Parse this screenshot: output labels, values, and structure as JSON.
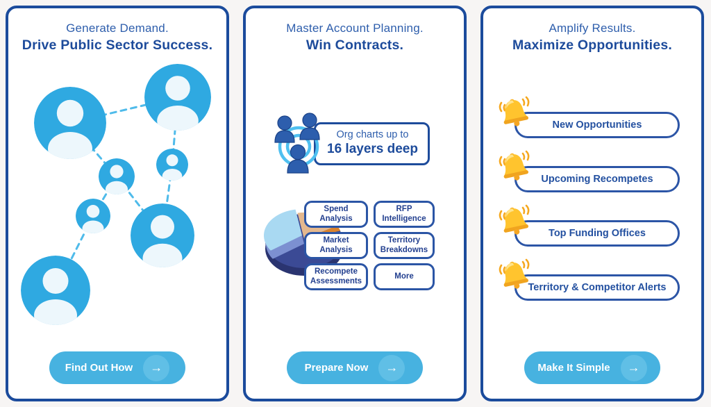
{
  "ui": {
    "arrow": "→"
  },
  "colors": {
    "card_border": "#1B4B9C",
    "title_light": "#2E5EAC",
    "title_bold": "#1D4B9B",
    "button_blue": "#47B2E0",
    "button_arrow_circle": "#60BFE6",
    "avatar_circle_blue": "#2FA9E1",
    "dashed_line_blue": "#4FBBEA",
    "pill_border": "#2C55A6",
    "pill_text": "#2350A0",
    "bell_yellow": "#FFC42E",
    "page_background": "#F7F5F4"
  },
  "cards": [
    {
      "title_line1": "Generate Demand.",
      "title_line2": "Drive Public Sector Success.",
      "cta": "Find Out How"
    },
    {
      "title_line1": "Master Account Planning.",
      "title_line2": "Win Contracts.",
      "org_caption_line1": "Org charts up to",
      "org_caption_line2": "16 layers deep",
      "features": [
        "Spend Analysis",
        "RFP Intelligence",
        "Market Analysis",
        "Territory Breakdowns",
        "Recompete Assessments",
        "More"
      ],
      "cta": "Prepare Now"
    },
    {
      "title_line1": "Amplify Results.",
      "title_line2": "Maximize Opportunities.",
      "alerts": [
        "New Opportunities",
        "Upcoming Recompetes",
        "Top Funding Offices",
        "Territory & Competitor Alerts"
      ],
      "cta": "Make It Simple"
    }
  ]
}
